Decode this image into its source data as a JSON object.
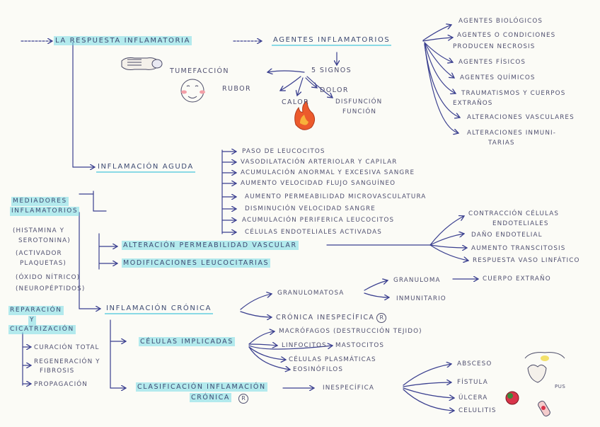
{
  "title": "LA RESPUESTA INFLAMATORIA",
  "agentes": {
    "title": "AGENTES INFLAMATORIOS",
    "items": [
      "AGENTES BIOLÓGICOS",
      "AGENTES O CONDICIONES",
      "PRODUCEN NECROSIS",
      "AGENTES FÍSICOS",
      "AGENTES QUÍMICOS",
      "TRAUMATISMOS Y CUERPOS",
      "EXTRAÑOS",
      "ALTERACIONES VASCULARES",
      "ALTERACIONES INMUNI-",
      "TARIAS"
    ]
  },
  "signos": {
    "title": "5 SIGNOS",
    "items": [
      "TUMEFACCIÓN",
      "RUBOR",
      "CALOR",
      "DOLOR",
      "DISFUNCIÓN",
      "FUNCIÓN"
    ]
  },
  "aguda": {
    "title": "INFLAMACIÓN AGUDA",
    "items": [
      "PASO DE LEUCOCITOS",
      "VASODILATACIÓN ARTERIOLAR Y CAPILAR",
      "ACUMULACIÓN ANORMAL Y EXCESIVA SANGRE",
      "AUMENTO VELOCIDAD FLUJO SANGUÍNEO",
      "AUMENTO PERMEABILIDAD MICROVASCULATURA",
      "DISMINUCIÓN VELOCIDAD SANGRE",
      "ACUMULACIÓN PERIFERICA LEUCOCITOS",
      "CÉLULAS ENDOTELIALES ACTIVADAS"
    ]
  },
  "mediadores": {
    "title_line1": "MEDIADORES",
    "title_line2": "INFLAMATORIOS",
    "items": [
      "(HISTAMINA Y",
      "SEROTONINA)",
      "(ACTIVADOR",
      "PLAQUETAS)",
      "(ÓXIDO NÍTRICO)",
      "(NEUROPÉPTIDOS)"
    ]
  },
  "alteracion": {
    "title": "ALTERACIÓN PERMEABILIDAD VASCULAR",
    "items": [
      "CONTRACCIÓN CÉLULAS",
      "ENDOTELIALES",
      "DAÑO ENDOTELIAL",
      "AUMENTO TRANSCITOSIS",
      "RESPUESTA VASO LINFÁTICO"
    ]
  },
  "modificaciones": "MODIFICACIONES LEUCOCITARIAS",
  "reparacion": {
    "title_line1": "REPARACIÓN",
    "title_line2": "Y",
    "title_line3": "CICATRIZACIÓN",
    "items": [
      "CURACIÓN TOTAL",
      "REGENERACIÓN Y",
      "FIBROSIS",
      "PROPAGACIÓN"
    ]
  },
  "cronica": {
    "title": "INFLAMACIÓN CRÓNICA",
    "granulomatosa": "GRANULOMATOSA",
    "granuloma": "GRANULOMA",
    "cuerpo_extrano": "CUERPO EXTRAÑO",
    "inmunitario": "INMUNITARIO",
    "inespecifica": "CRÓNICA INESPECÍFICA",
    "circle_mark": "R"
  },
  "celulas": {
    "title": "CÉLULAS IMPLICADAS",
    "items": [
      "MACRÓFAGOS (DESTRUCCIÓN TEJIDO)",
      "LINFOCITOS",
      "MASTOCITOS",
      "CÉLULAS PLASMÁTICAS",
      "EOSINÓFILOS"
    ]
  },
  "clasificacion": {
    "title_line1": "CLASIFICACIÓN INFLAMACIÓN",
    "title_line2": "CRÓNICA",
    "inespecifica": "INESPECÍFICA",
    "circle_mark": "R",
    "items": [
      "ABSCESO",
      "FÍSTULA",
      "ÚLCERA",
      "CELULITIS"
    ],
    "pus_label": "PUS"
  },
  "colors": {
    "highlight": "#7fdde6",
    "ink": "#505070",
    "arrow": "#3a3f8f",
    "fire": "#e8502a",
    "red": "#d8344a",
    "yellow": "#f3e16a"
  }
}
